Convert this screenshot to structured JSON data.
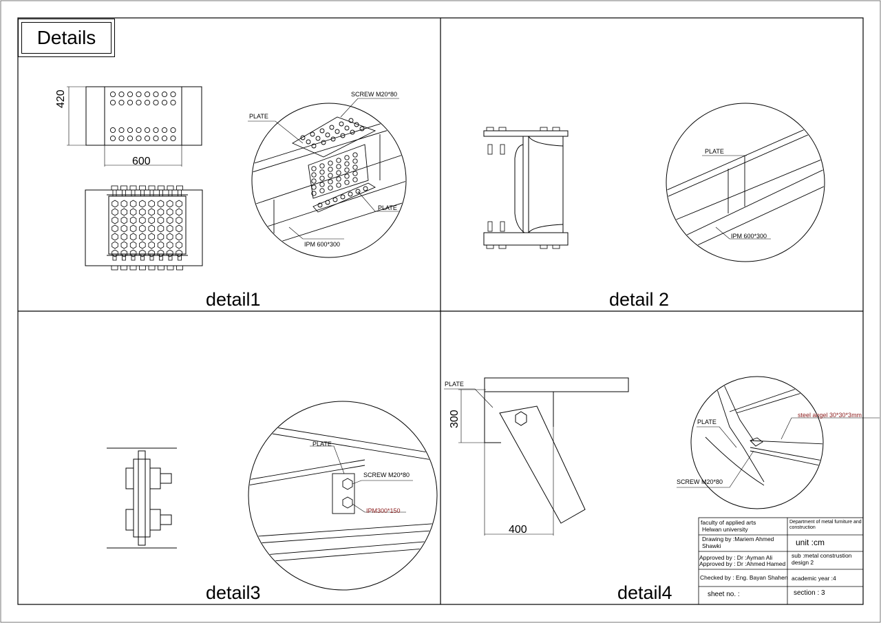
{
  "title": "Details",
  "details": {
    "d1": {
      "label": "detail1",
      "dim_height": "420",
      "dim_width": "600",
      "callouts": [
        "SCREW M20*80",
        "PLATE",
        "PLATE",
        "IPM 600*300"
      ]
    },
    "d2": {
      "label": "detail 2",
      "callouts": [
        "PLATE",
        "IPM 600*300"
      ]
    },
    "d3": {
      "label": "detail3",
      "callouts": [
        "PLATE",
        "SCREW M20*80",
        "IPM300*150"
      ]
    },
    "d4": {
      "label": "detail4",
      "dim_height": "300",
      "dim_width": "400",
      "callouts": [
        "PLATE",
        "PLATE",
        "steel angel 30*30*3mm",
        "SCREW M20*80"
      ]
    }
  },
  "title_block": {
    "faculty": "faculty of applied arts",
    "university": "Helwan university",
    "department": "Department of metal furniture and construction",
    "drawing_by": "Drawing by :Mariem Ahmed Shawki",
    "unit": "unit :cm",
    "approved_1": "Approved by : Dr :Ayman Ali",
    "approved_2": "Approved by : Dr :Ahmed Hamed",
    "subject": "sub :metal construstion design 2",
    "checked_by": "Checked by : Eng. Bayan Shahen",
    "academic_year": "academic year :4",
    "sheet_no": "sheet no. :",
    "section": "section : 3"
  },
  "colors": {
    "line": "#000000",
    "annotation_red": "#8b1a1a"
  }
}
